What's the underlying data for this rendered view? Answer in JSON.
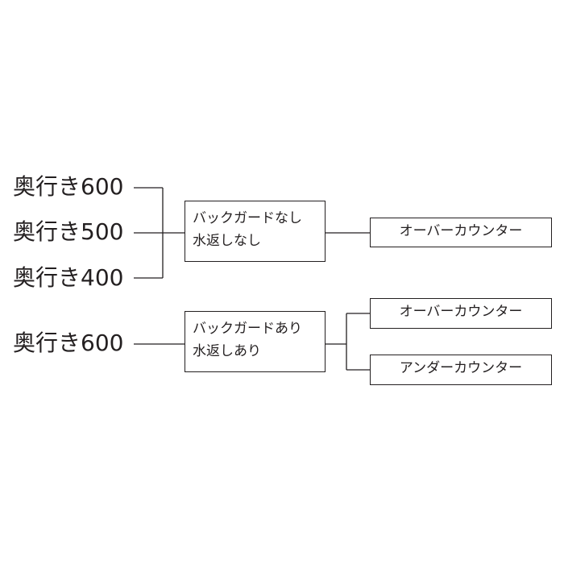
{
  "group_no_backguard": {
    "depths": [
      "奥行き600",
      "奥行き500",
      "奥行き400"
    ],
    "condition_line1": "バックガードなし",
    "condition_line2": "水返しなし",
    "results": [
      "オーバーカウンター"
    ]
  },
  "group_with_backguard": {
    "depths": [
      "奥行き600"
    ],
    "condition_line1": "バックガードあり",
    "condition_line2": "水返しあり",
    "results": [
      "オーバーカウンター",
      "アンダーカウンター"
    ]
  },
  "colors": {
    "line": "#231f20",
    "background": "#ffffff"
  }
}
